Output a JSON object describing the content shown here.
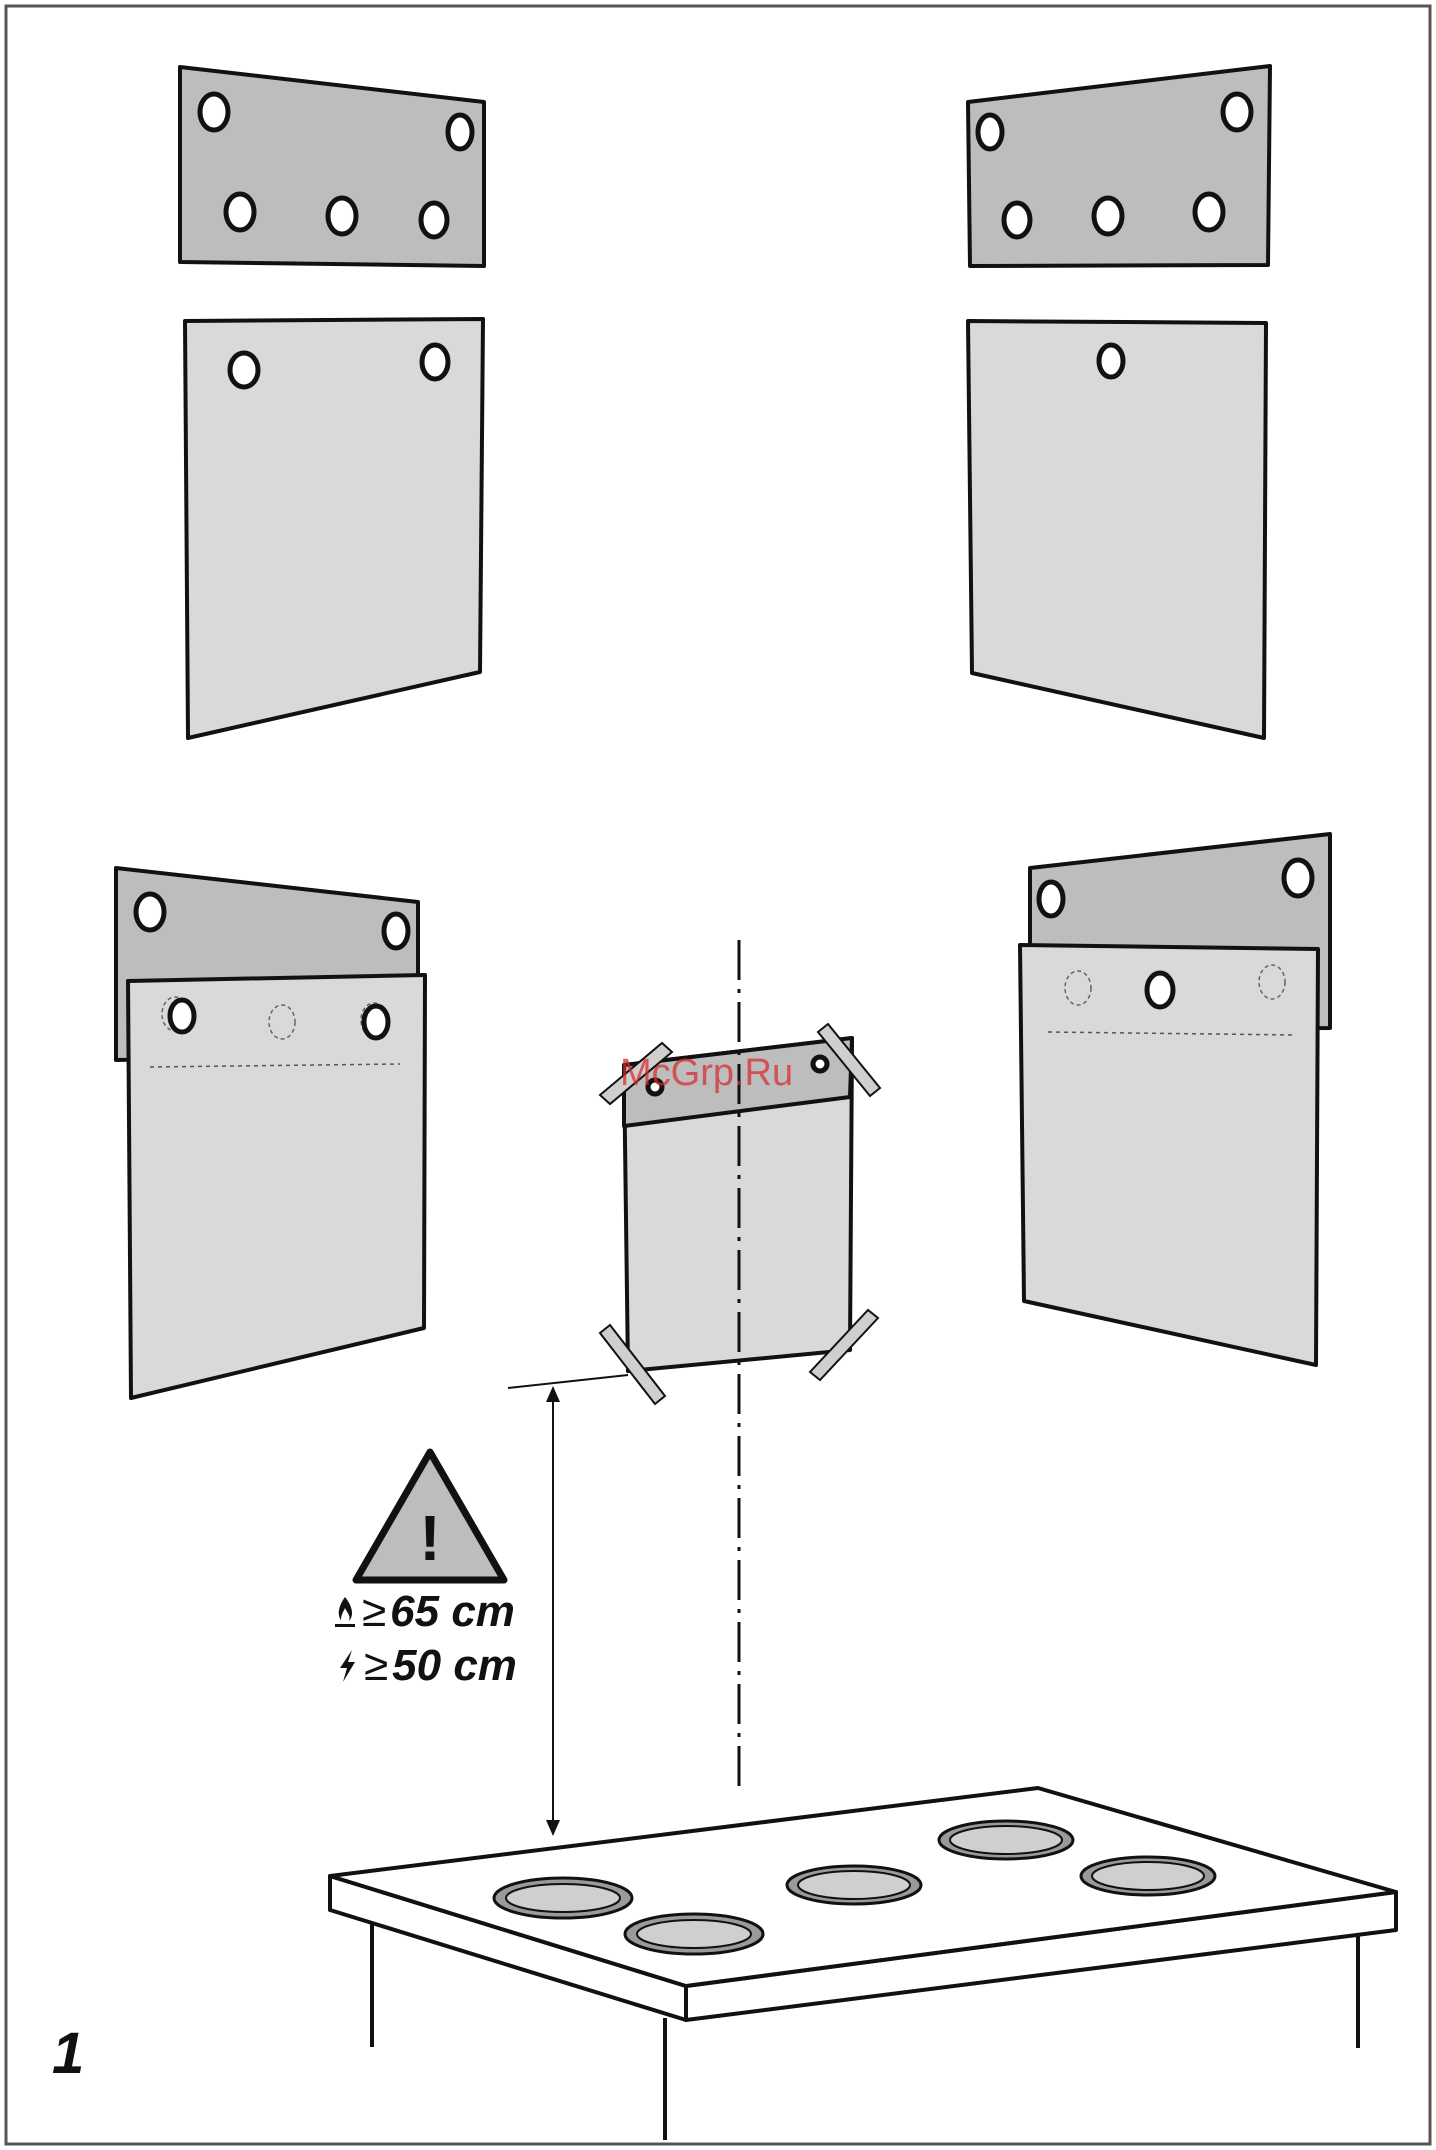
{
  "figure": {
    "number": "1",
    "colors": {
      "outline": "#111111",
      "panel_light": "#d9d9d9",
      "panel_dark": "#bdbdbd",
      "burner_rim": "#9a9a9a",
      "burner_center": "#cfcfcf",
      "watermark": "#d72828"
    }
  },
  "warning": {
    "icon": "warning-triangle-icon",
    "glyph": "!",
    "gas": {
      "icon": "gas-flame-icon",
      "comparator": "≥",
      "value": "65 cm"
    },
    "electric": {
      "icon": "electric-bolt-icon",
      "comparator": "≥",
      "value": "50 cm"
    }
  },
  "watermark": {
    "text": "McGrp.Ru"
  }
}
